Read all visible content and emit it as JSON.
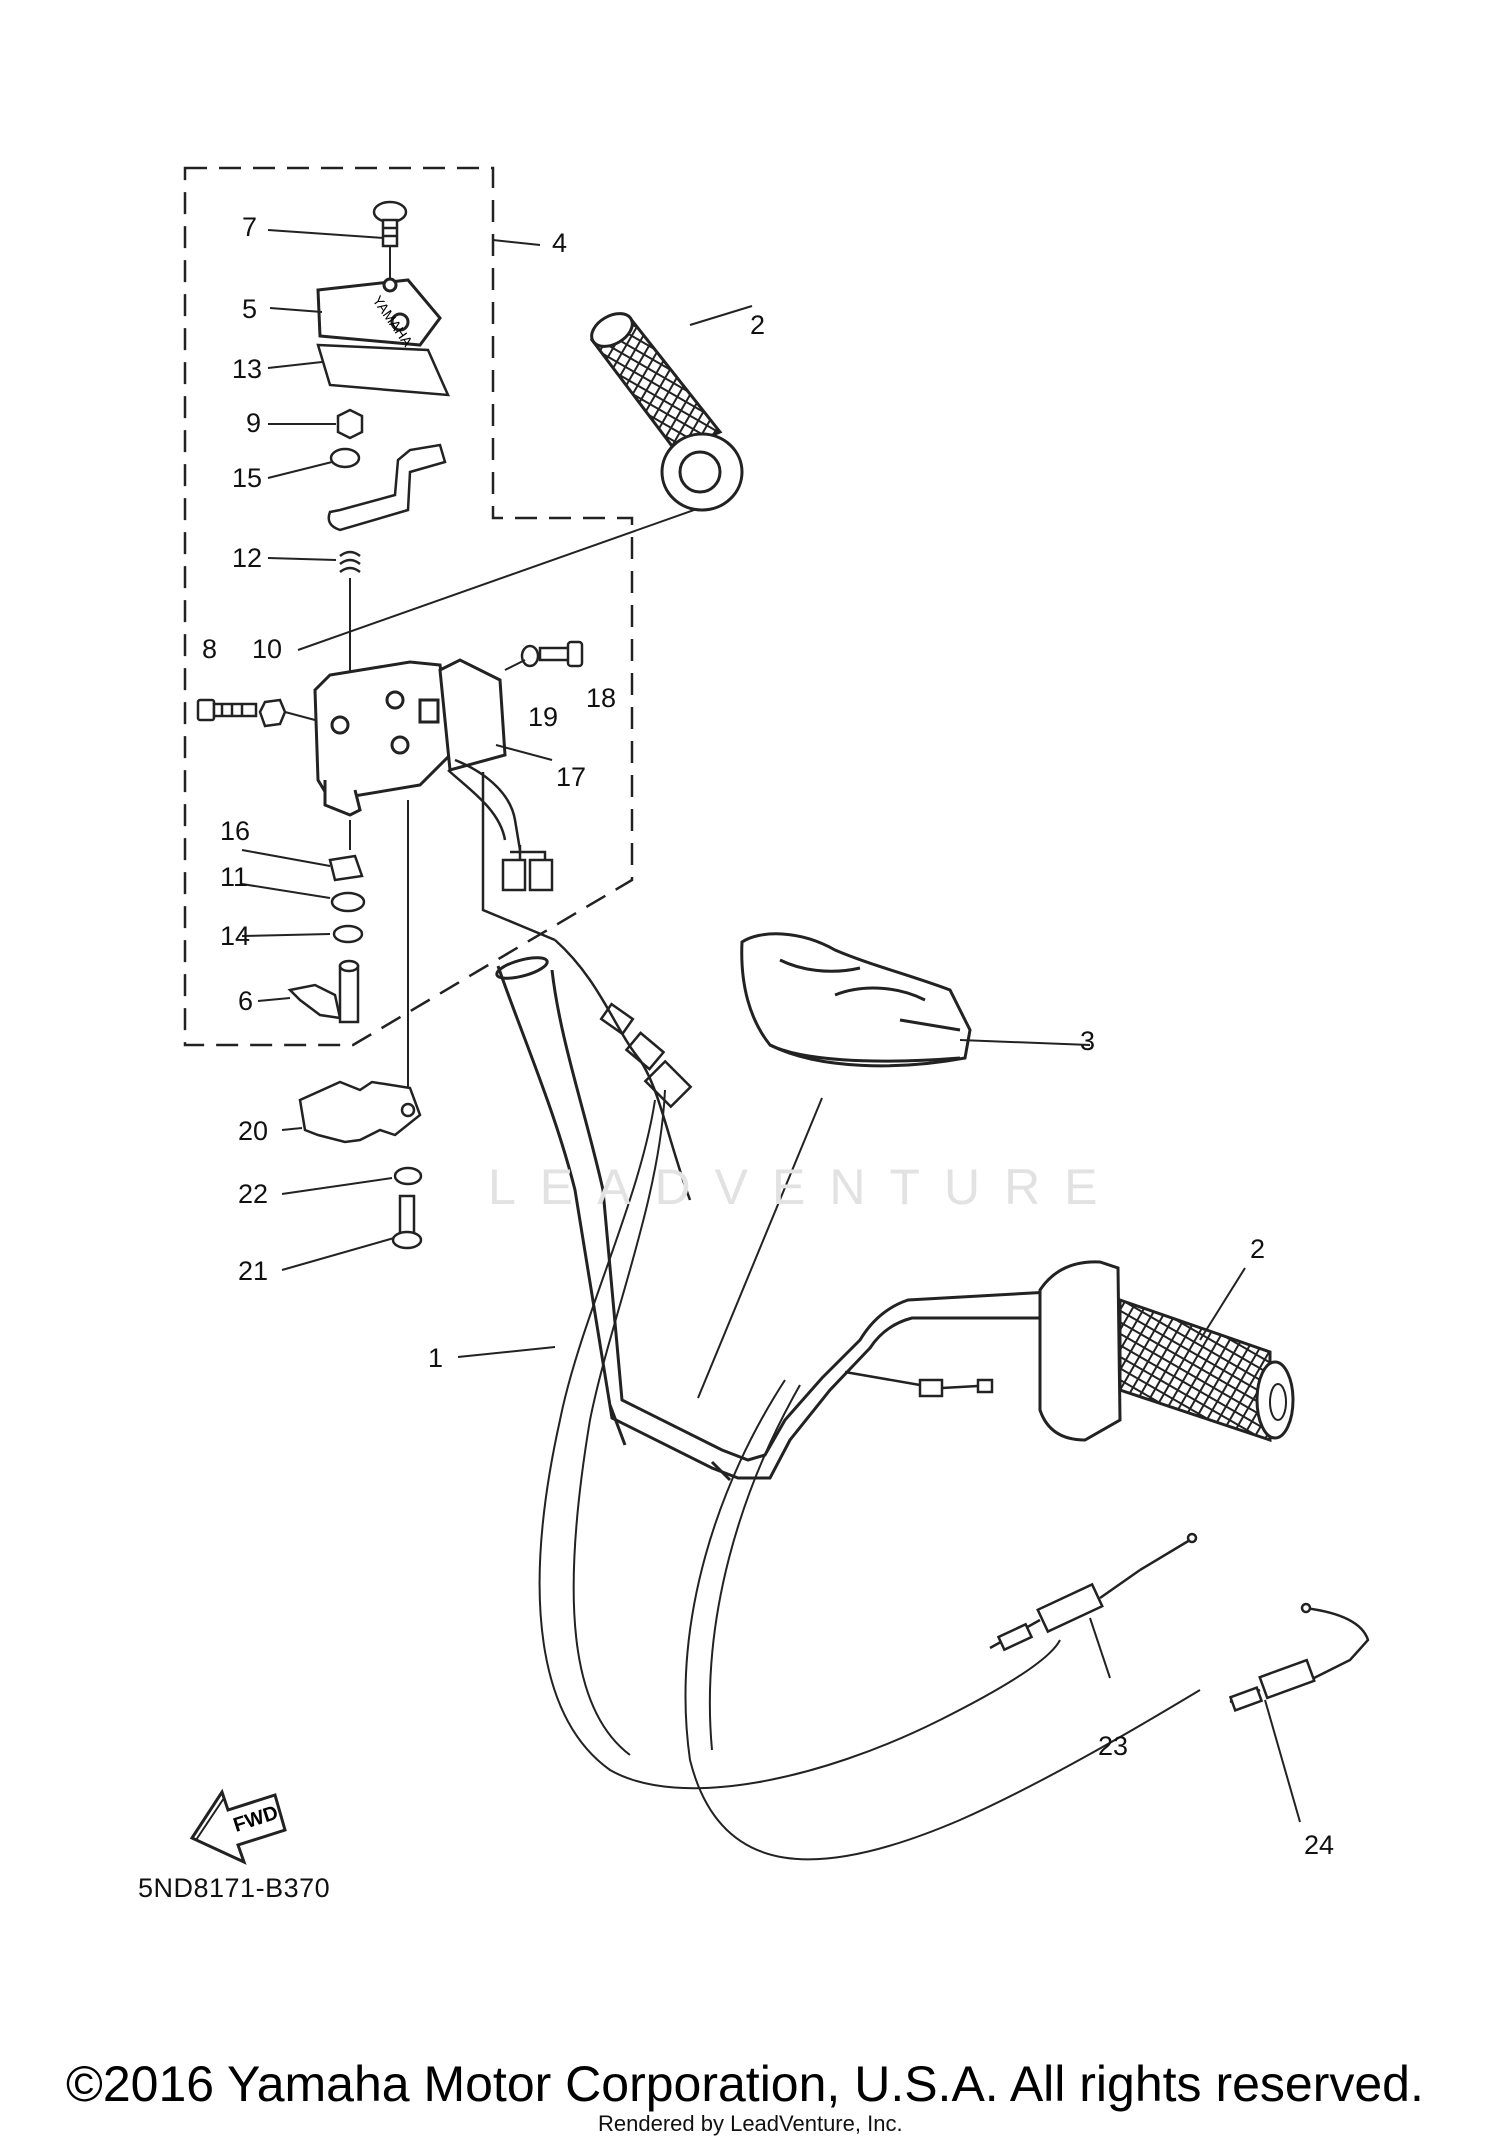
{
  "diagram": {
    "callouts": [
      "1",
      "2",
      "2",
      "3",
      "4",
      "5",
      "6",
      "7",
      "8",
      "9",
      "10",
      "11",
      "12",
      "13",
      "14",
      "15",
      "16",
      "17",
      "18",
      "19",
      "20",
      "21",
      "22",
      "23",
      "24"
    ],
    "fwd_label": "FWD",
    "diagram_code": "5ND8171-B370",
    "watermark": "LEADVENTURE"
  },
  "footer": {
    "copyright": "©2016 Yamaha Motor Corporation, U.S.A. All rights reserved.",
    "rendered_by": "Rendered by LeadVenture, Inc."
  }
}
